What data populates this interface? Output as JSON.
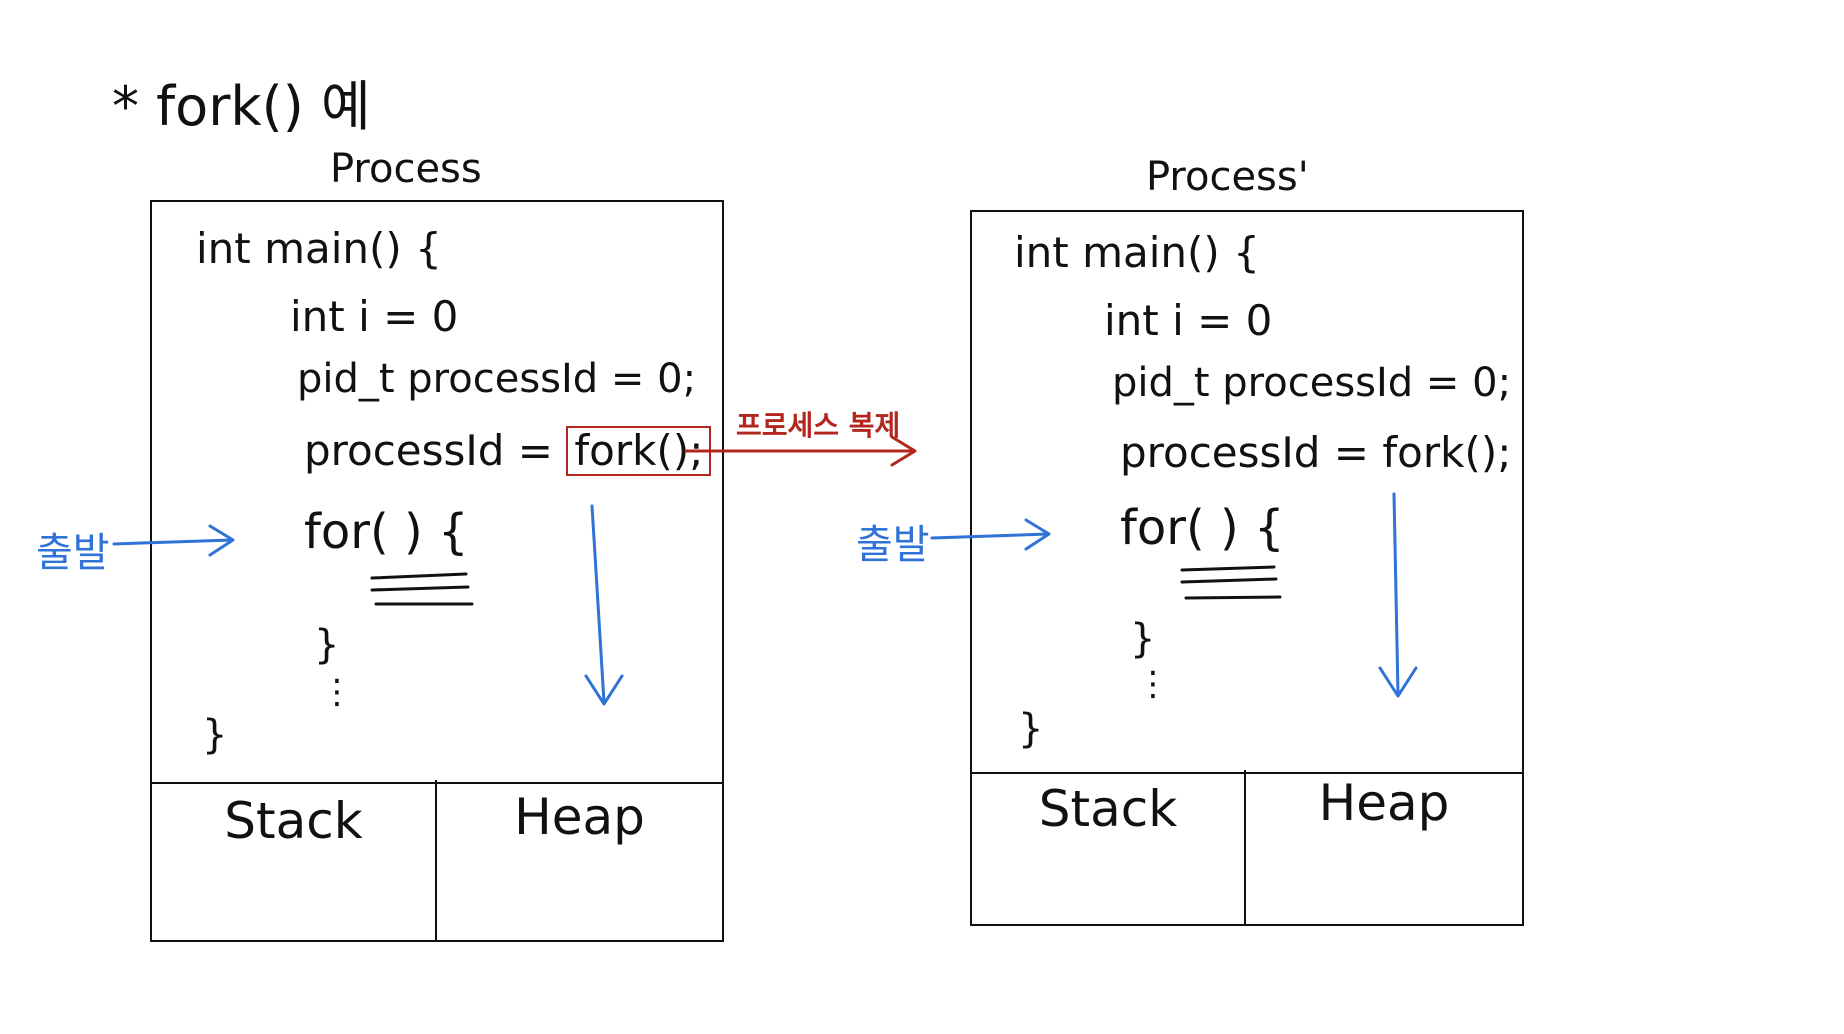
{
  "heading": "* fork() 예",
  "processes": [
    {
      "label": "Process",
      "code": {
        "main_open": "int main() {",
        "line_int": "int i = 0",
        "line_pid": "pid_t processId = 0;",
        "line_assign_prefix": "processId =",
        "line_assign_call": "fork();",
        "line_for": "for( ) {",
        "line_close_inner": "}",
        "line_dots": "⋮",
        "line_close_main": "}"
      },
      "memory": {
        "left": "Stack",
        "right": "Heap"
      }
    },
    {
      "label": "Process'",
      "code": {
        "main_open": "int main() {",
        "line_int": "int i = 0",
        "line_pid": "pid_t processId = 0;",
        "line_assign_prefix": "processId =",
        "line_assign_call": "fork();",
        "line_for": "for( ) {",
        "line_close_inner": "}",
        "line_dots": "⋮",
        "line_close_main": "}"
      },
      "memory": {
        "left": "Stack",
        "right": "Heap"
      }
    }
  ],
  "arrows": {
    "start_label": "출발",
    "copy_label": "프로세스 복제"
  },
  "colors": {
    "ink": "#111111",
    "blue": "#2f73d6",
    "red": "#b3261e"
  }
}
